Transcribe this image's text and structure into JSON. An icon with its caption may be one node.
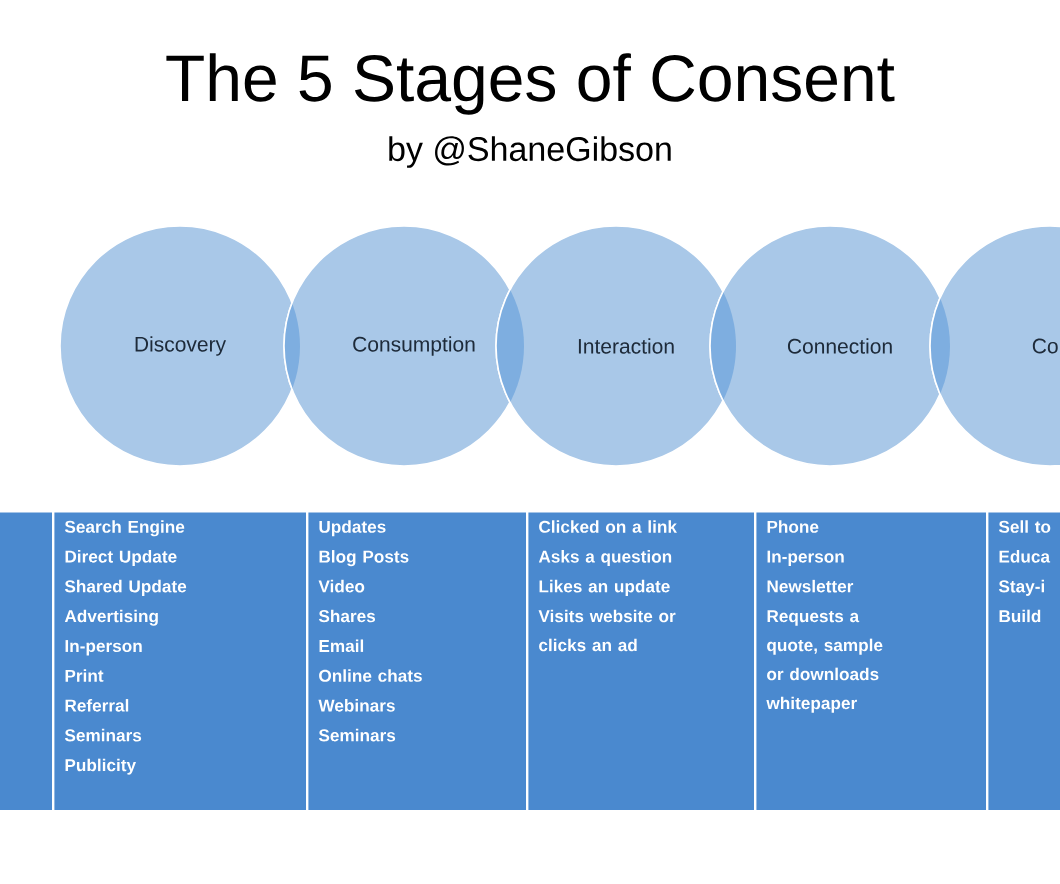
{
  "diagram": {
    "title": "The 5 Stages of Consent",
    "nodes": [
      {
        "text": [
          "Discovery"
        ]
      },
      {
        "text": [
          "Consumption"
        ]
      },
      {
        "text": [
          "Interaction"
        ]
      },
      {
        "text": [
          "Connection"
        ]
      },
      {
        "text": [
          "Co"
        ]
      },
      {
        "text": [],
        "shape": "box"
      },
      {
        "text": [
          "Search Engine",
          "Direct Update",
          "Shared Update",
          "Advertising",
          "In-person",
          "Print",
          "Referral",
          "Seminars",
          "Publicity"
        ]
      },
      {
        "text": [
          "Updates",
          "Blog Posts",
          "Video",
          "Shares",
          "Email",
          "Online chats",
          "Webinars",
          "Seminars"
        ]
      },
      {
        "text": [
          "Clicked on a link",
          "Asks a question",
          "Likes an update",
          "Visits website or clicks an ad"
        ]
      },
      {
        "text": [
          "Phone",
          "In-person",
          "Newsletter",
          "Requests a quote, sample or downloads whitepaper"
        ]
      },
      {
        "text": [
          "Sell to",
          "Educa",
          "Stay-i",
          "Build"
        ]
      }
    ],
    "edges": [],
    "labels": [
      "by @ShaneGibson"
    ]
  }
}
